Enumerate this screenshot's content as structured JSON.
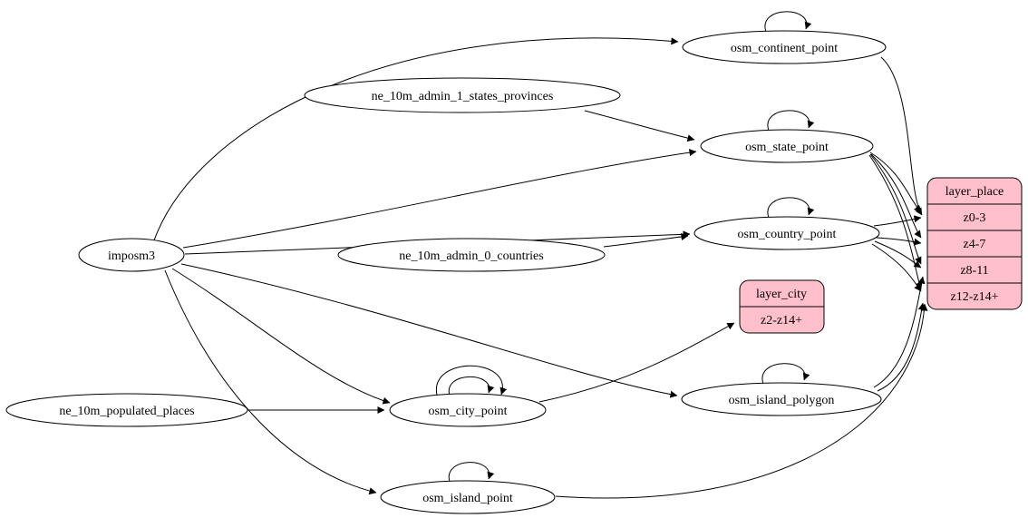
{
  "diagram": {
    "type": "etl-graph",
    "colors": {
      "background": "#ffffff",
      "node_fill": "#ffffff",
      "record_fill": "#ffc0cb",
      "stroke": "#000000"
    },
    "nodes": {
      "imposm3": {
        "label": "imposm3",
        "shape": "ellipse"
      },
      "ne_10m_admin_1_states_provinces": {
        "label": "ne_10m_admin_1_states_provinces",
        "shape": "ellipse"
      },
      "ne_10m_admin_0_countries": {
        "label": "ne_10m_admin_0_countries",
        "shape": "ellipse"
      },
      "ne_10m_populated_places": {
        "label": "ne_10m_populated_places",
        "shape": "ellipse"
      },
      "osm_continent_point": {
        "label": "osm_continent_point",
        "shape": "ellipse"
      },
      "osm_state_point": {
        "label": "osm_state_point",
        "shape": "ellipse"
      },
      "osm_country_point": {
        "label": "osm_country_point",
        "shape": "ellipse"
      },
      "osm_city_point": {
        "label": "osm_city_point",
        "shape": "ellipse"
      },
      "osm_island_polygon": {
        "label": "osm_island_polygon",
        "shape": "ellipse"
      },
      "osm_island_point": {
        "label": "osm_island_point",
        "shape": "ellipse"
      },
      "layer_city": {
        "title": "layer_city",
        "rows": [
          "z2-z14+"
        ],
        "shape": "record"
      },
      "layer_place": {
        "title": "layer_place",
        "rows": [
          "z0-3",
          "z4-7",
          "z8-11",
          "z12-z14+"
        ],
        "shape": "record"
      }
    },
    "edges": [
      {
        "from": "imposm3",
        "to": "osm_continent_point"
      },
      {
        "from": "imposm3",
        "to": "osm_state_point"
      },
      {
        "from": "imposm3",
        "to": "osm_country_point"
      },
      {
        "from": "imposm3",
        "to": "osm_city_point"
      },
      {
        "from": "imposm3",
        "to": "osm_island_polygon"
      },
      {
        "from": "imposm3",
        "to": "osm_island_point"
      },
      {
        "from": "ne_10m_admin_1_states_provinces",
        "to": "osm_state_point"
      },
      {
        "from": "ne_10m_admin_0_countries",
        "to": "osm_country_point"
      },
      {
        "from": "ne_10m_populated_places",
        "to": "osm_city_point"
      },
      {
        "from": "osm_continent_point",
        "to": "osm_continent_point",
        "self": true
      },
      {
        "from": "osm_state_point",
        "to": "osm_state_point",
        "self": true
      },
      {
        "from": "osm_country_point",
        "to": "osm_country_point",
        "self": true
      },
      {
        "from": "osm_city_point",
        "to": "osm_city_point",
        "self": true
      },
      {
        "from": "osm_city_point",
        "to": "osm_city_point",
        "self": true
      },
      {
        "from": "osm_island_polygon",
        "to": "osm_island_polygon",
        "self": true
      },
      {
        "from": "osm_island_point",
        "to": "osm_island_point",
        "self": true
      },
      {
        "from": "osm_city_point",
        "to": "layer_city.z2-z14+"
      },
      {
        "from": "osm_continent_point",
        "to": "layer_place.z0-3"
      },
      {
        "from": "osm_state_point",
        "to": "layer_place.z0-3"
      },
      {
        "from": "osm_state_point",
        "to": "layer_place.z4-7"
      },
      {
        "from": "osm_state_point",
        "to": "layer_place.z8-11"
      },
      {
        "from": "osm_state_point",
        "to": "layer_place.z12-z14+"
      },
      {
        "from": "osm_country_point",
        "to": "layer_place.z0-3"
      },
      {
        "from": "osm_country_point",
        "to": "layer_place.z4-7"
      },
      {
        "from": "osm_country_point",
        "to": "layer_place.z8-11"
      },
      {
        "from": "osm_country_point",
        "to": "layer_place.z12-z14+"
      },
      {
        "from": "osm_island_polygon",
        "to": "layer_place.z8-11"
      },
      {
        "from": "osm_island_polygon",
        "to": "layer_place.z12-z14+"
      },
      {
        "from": "osm_island_point",
        "to": "layer_place.z12-z14+"
      }
    ]
  }
}
